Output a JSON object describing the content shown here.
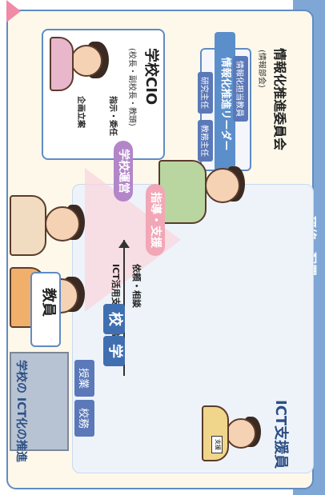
{
  "top_banner": {
    "label": "研修・配置"
  },
  "ict_staff": {
    "label": "ICT支援員",
    "badge": "支援"
  },
  "committee": {
    "title": "情報化推進委員会",
    "subtitle": "(情報部会)",
    "roles": [
      "情報化推進リーダー",
      "研究主任",
      "教務主任",
      "情報化担当教員"
    ]
  },
  "cio": {
    "title": "学校CIO",
    "subtitle": "(校長・副校長・教頭)"
  },
  "arrows": {
    "directive": "指示・委任",
    "proposal": "企画立案",
    "request": "依頼・相談",
    "support": "ICT活用支援・相談"
  },
  "pills": {
    "management": "学校運営",
    "guidance": "指導・支援"
  },
  "teachers": {
    "label": "教員"
  },
  "school": {
    "char1": "学",
    "char2": "校"
  },
  "tags": {
    "classes": "授業",
    "affairs": "校務"
  },
  "footer": {
    "label": "学校の ICT化の推進"
  }
}
